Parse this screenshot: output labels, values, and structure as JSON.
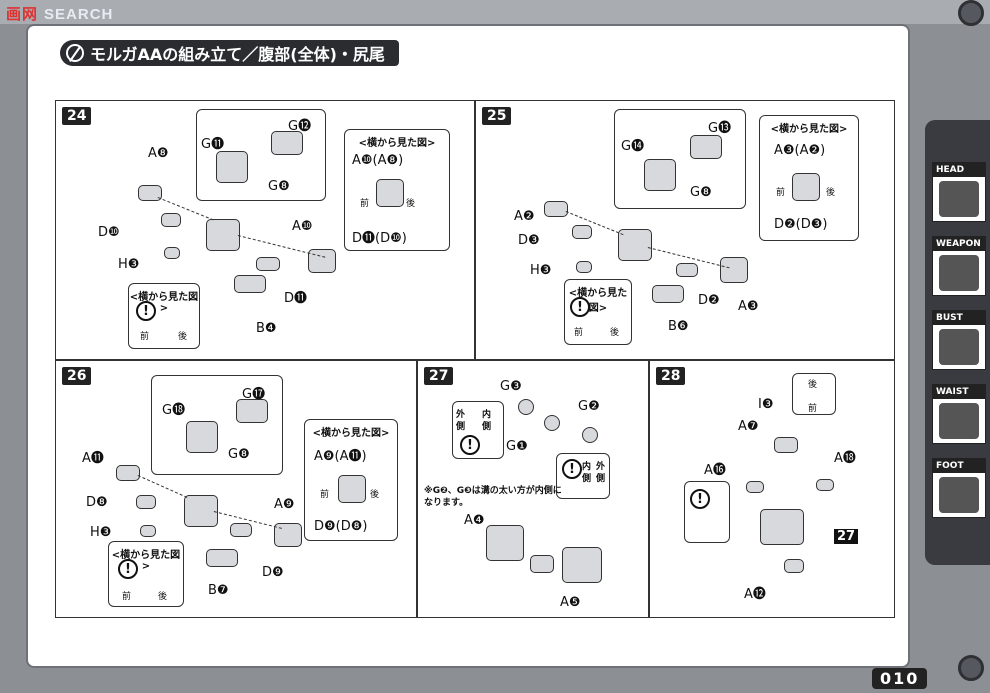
{
  "watermark": {
    "cn": "画网",
    "en": "SEARCH"
  },
  "title": "モルガAAの組み立て／腹部(全体)・尻尾",
  "side_tabs": [
    "HEAD",
    "WEAPON",
    "BUST",
    "WAIST",
    "FOOT"
  ],
  "page_number": "010",
  "side_view": "<横から見た図>",
  "front": "前",
  "back": "後",
  "outer": "外側",
  "inner": "内側",
  "note27": "※G❷、G❸は溝の太い方が内側になります。",
  "steps": {
    "s24": {
      "num": "24",
      "labels": [
        "A❽",
        "D❿",
        "H❸",
        "B❹",
        "D⓫",
        "A❿",
        "G⓫",
        "G⓬",
        "G❽"
      ],
      "side": [
        "A❿(A❽)",
        "D⓫(D❿)"
      ]
    },
    "s25": {
      "num": "25",
      "labels": [
        "A❷",
        "D❸",
        "H❸",
        "B❻",
        "D❷",
        "A❸",
        "G⓮",
        "G⓭",
        "G❽"
      ],
      "side": [
        "A❸(A❷)",
        "D❷(D❸)"
      ]
    },
    "s26": {
      "num": "26",
      "labels": [
        "A⓫",
        "D❽",
        "H❸",
        "B❼",
        "D❾",
        "A❾",
        "G⓲",
        "G⓱",
        "G❽"
      ],
      "side": [
        "A❾(A⓫)",
        "D❾(D❽)"
      ]
    },
    "s27": {
      "num": "27",
      "labels": [
        "G❸",
        "G❷",
        "G❶",
        "A❹",
        "A❺"
      ]
    },
    "s28": {
      "num": "28",
      "labels": [
        "I❸",
        "A❼",
        "A⓰",
        "A⓲",
        "A⓬",
        "27"
      ]
    }
  }
}
